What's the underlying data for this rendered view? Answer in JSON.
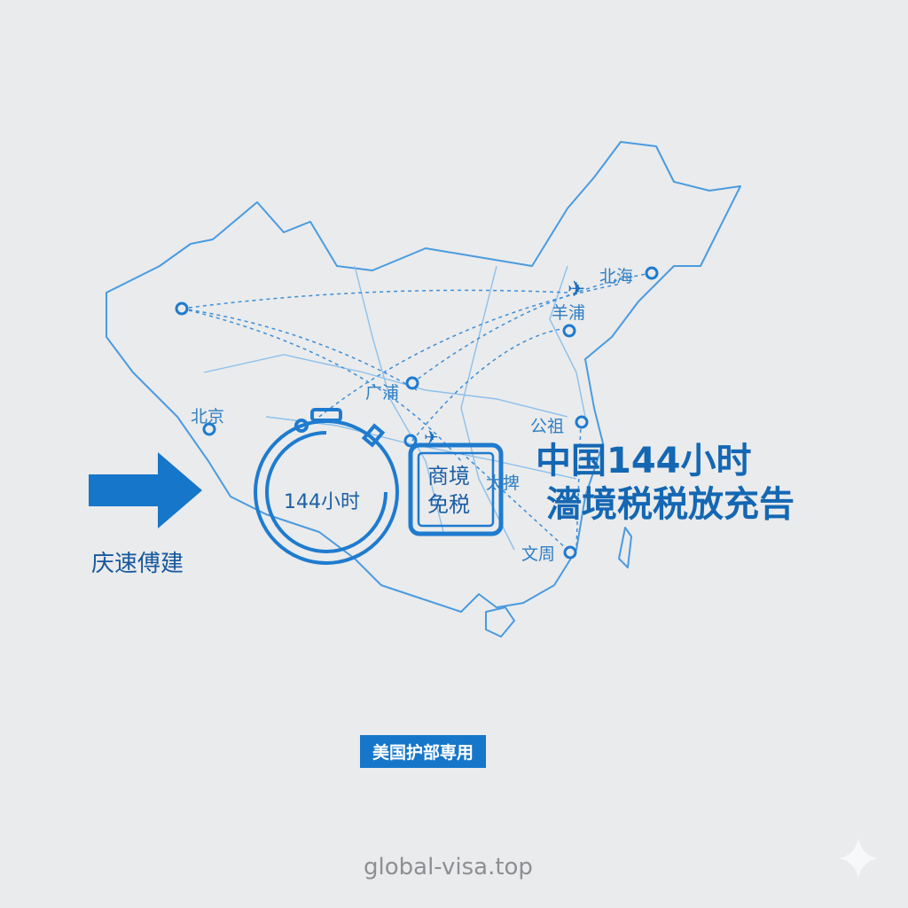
{
  "colors": {
    "background": "#eaebec",
    "accent": "#1676c9",
    "map_line": "#4a9be0",
    "title": "#1467b3"
  },
  "map": {
    "cities": [
      {
        "label": "北海"
      },
      {
        "label": "羊浦"
      },
      {
        "label": "广浦"
      },
      {
        "label": "北京"
      },
      {
        "label": "公祖"
      },
      {
        "label": "太捭"
      },
      {
        "label": "文周"
      }
    ]
  },
  "stopwatch": {
    "icon": "stopwatch-icon",
    "label": "144小时"
  },
  "passport_stamp": {
    "icon": "stamp-icon",
    "line1": "商境",
    "line2": "免税"
  },
  "arrow": {
    "icon": "arrow-right-icon",
    "label": "庆速傅建"
  },
  "headline": {
    "line1": "中国144小时",
    "line2": "濇境税税放充告"
  },
  "badge": {
    "label": "美国护部専用"
  },
  "footer": {
    "site": "global-visa.top",
    "sparkle_icon": "sparkle-icon"
  }
}
